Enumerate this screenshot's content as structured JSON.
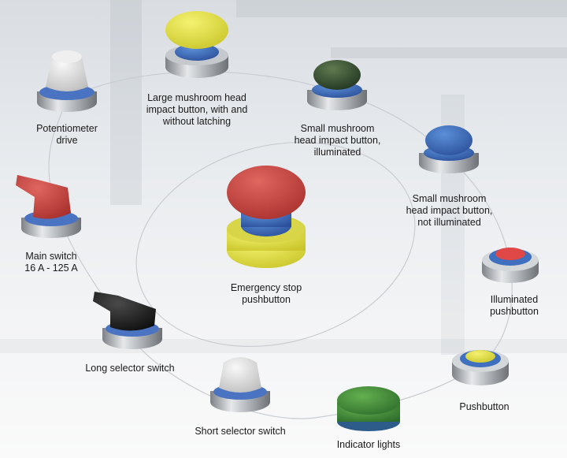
{
  "products": {
    "large_mushroom": [
      "Large mushroom head",
      "impact button, with and",
      "without latching"
    ],
    "small_mushroom_illuminated": [
      "Small mushroom",
      "head impact button,",
      "illuminated"
    ],
    "small_mushroom_not_illuminated": [
      "Small mushroom",
      "head impact button,",
      "not illuminated"
    ],
    "potentiometer": [
      "Potentiometer",
      "drive"
    ],
    "main_switch": [
      "Main switch",
      "16 A - 125 A"
    ],
    "emergency_stop": [
      "Emergency stop",
      "pushbutton"
    ],
    "illuminated_pushbutton": [
      "Illuminated",
      "pushbutton"
    ],
    "long_selector": [
      "Long selector switch"
    ],
    "short_selector": [
      "Short selector switch"
    ],
    "pushbutton": [
      "Pushbutton"
    ],
    "indicator_lights": [
      "Indicator lights"
    ]
  },
  "colors": {
    "red": "#c8443f",
    "yellow": "#e2df3a",
    "blue": "#3f6fbf",
    "green": "#3f8a3a",
    "black": "#1e1e1e",
    "white": "#e6e6e6",
    "metal": "#a9adb2"
  }
}
